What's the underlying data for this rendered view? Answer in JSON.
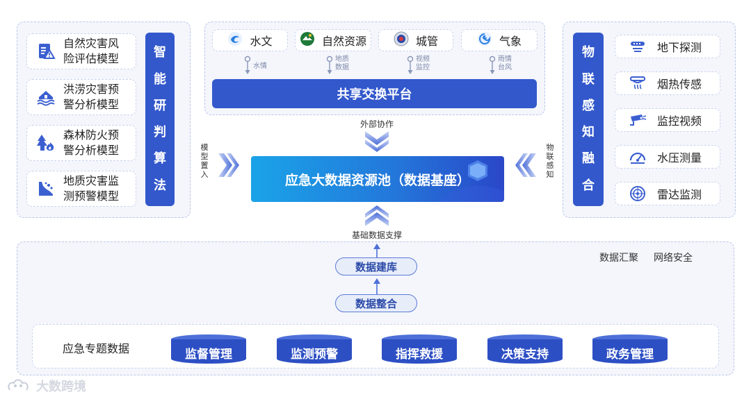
{
  "left_panel": {
    "title_chars": [
      "智",
      "能",
      "研",
      "判",
      "算",
      "法"
    ],
    "models": [
      {
        "icon": "document-warning-icon",
        "line1": "自然灾害风",
        "line2": "险评估模型"
      },
      {
        "icon": "flood-house-icon",
        "line1": "洪涝灾害预",
        "line2": "警分析模型"
      },
      {
        "icon": "forest-fire-icon",
        "line1": "森林防火预",
        "line2": "警分析模型"
      },
      {
        "icon": "landslide-icon",
        "line1": "地质灾害监",
        "line2": "测预警模型"
      }
    ]
  },
  "right_panel": {
    "title_chars": [
      "物",
      "联",
      "感",
      "知",
      "融",
      "合"
    ],
    "sensors": [
      {
        "icon": "underground-probe-icon",
        "label": "地下探测"
      },
      {
        "icon": "smoke-heat-sensor-icon",
        "label": "烟热传感"
      },
      {
        "icon": "surveillance-camera-icon",
        "label": "监控视频"
      },
      {
        "icon": "pressure-gauge-icon",
        "label": "水压测量"
      },
      {
        "icon": "radar-icon",
        "label": "雷达监测"
      }
    ]
  },
  "top_panel": {
    "sources": [
      {
        "icon": "hydrology-icon",
        "label": "水文",
        "sub1": "水情",
        "sub2": ""
      },
      {
        "icon": "natural-resources-icon",
        "label": "自然资源",
        "sub1": "地质",
        "sub2": "数据"
      },
      {
        "icon": "urban-management-icon",
        "label": "城管",
        "sub1": "视频",
        "sub2": "监控"
      },
      {
        "icon": "meteorology-icon",
        "label": "气象",
        "sub1": "雨情",
        "sub2": "台风"
      }
    ],
    "platform": "共享交换平台"
  },
  "center": {
    "pool": "应急大数据资源池（数据基座）",
    "top_label": "外部协作",
    "left_label": "模型置入",
    "right_label": "物联感知",
    "bottom_label": "基础数据支撑"
  },
  "bottom_panel": {
    "tag1": "数据汇聚",
    "tag2": "网络安全",
    "build": "数据建库",
    "integrate": "数据整合",
    "special_data_label": "应急专题数据",
    "cylinders": [
      "监督管理",
      "监测预警",
      "指挥救援",
      "决策支持",
      "政务管理"
    ]
  },
  "watermark": "大数跨境",
  "colors": {
    "primary": "#3358cc",
    "panel_bg": "#f4f6fc",
    "border": "#b9c6e6",
    "pool_gradient_start": "#1aa3e8",
    "pool_gradient_end": "#2a47c8"
  }
}
